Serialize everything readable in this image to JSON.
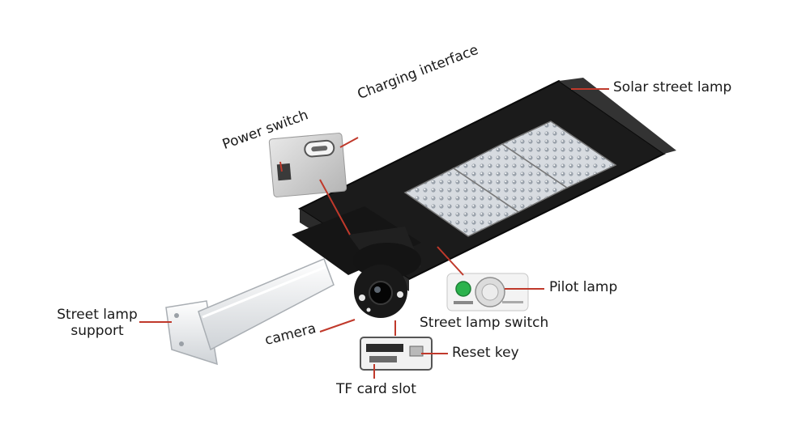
{
  "labels": {
    "solar_street_lamp": "Solar street lamp",
    "charging_interface": "Charging interface",
    "power_switch": "Power switch",
    "pilot_lamp": "Pilot lamp",
    "street_lamp_switch": "Street lamp switch",
    "street_lamp_support_line1": "Street lamp",
    "street_lamp_support_line2": "support",
    "camera": "camera",
    "reset_key": "Reset key",
    "tf_card_slot": "TF card slot"
  },
  "colors": {
    "leader_line": "#c0392b",
    "lamp_body": "#1c1c1c",
    "led": "#dfe3e8",
    "bracket": "#f2f2f2",
    "indicator_green": "#2bb24c"
  },
  "icons": [
    "solar-lamp-illustration",
    "camera-illustration",
    "usb-c-icon",
    "sd-card-icon"
  ]
}
